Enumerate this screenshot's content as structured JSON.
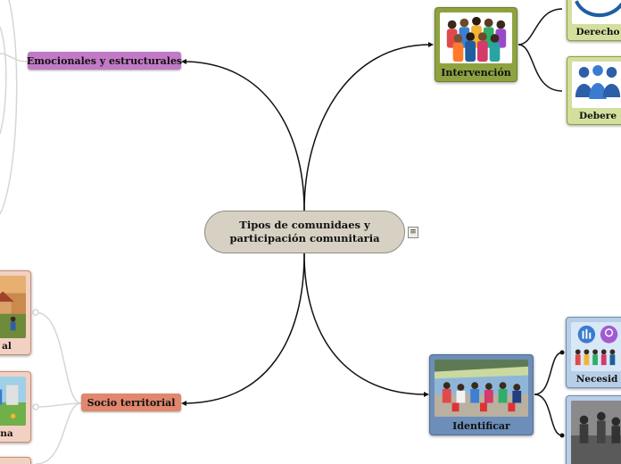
{
  "central": {
    "line1": "Tipos de comunidaes y",
    "line2": "participación comunitaria",
    "menu_glyph": "≡"
  },
  "branches": {
    "emocionales": "Emocionales y estructurales",
    "socio_territorial": "Socio territorial",
    "intervencion": "Intervención",
    "identificar": "Identificar"
  },
  "leaves": {
    "derechos": "Derecho",
    "deberes": "Debere",
    "necesidades": "Necesid",
    "left1": "al",
    "left2": "na",
    "left3": ""
  },
  "icons": {
    "menu": "notes-icon",
    "intervencion_image": "crowd-image",
    "derechos_image": "rights-image",
    "deberes_image": "people-hearts-image",
    "identificar_image": "community-meeting-image",
    "necesidades_image": "needs-icons-image",
    "foto_image": "historic-photo-image"
  },
  "colors": {
    "central": "#d7d1c3",
    "emocionales": "#c27ac7",
    "socio": "#e0876d",
    "intervencion": "#8ea33f",
    "identificar": "#6c8eb8",
    "leaf_green": "#d3df9d",
    "leaf_blue": "#b8cde6",
    "leaf_peach": "#f3d1c2"
  }
}
